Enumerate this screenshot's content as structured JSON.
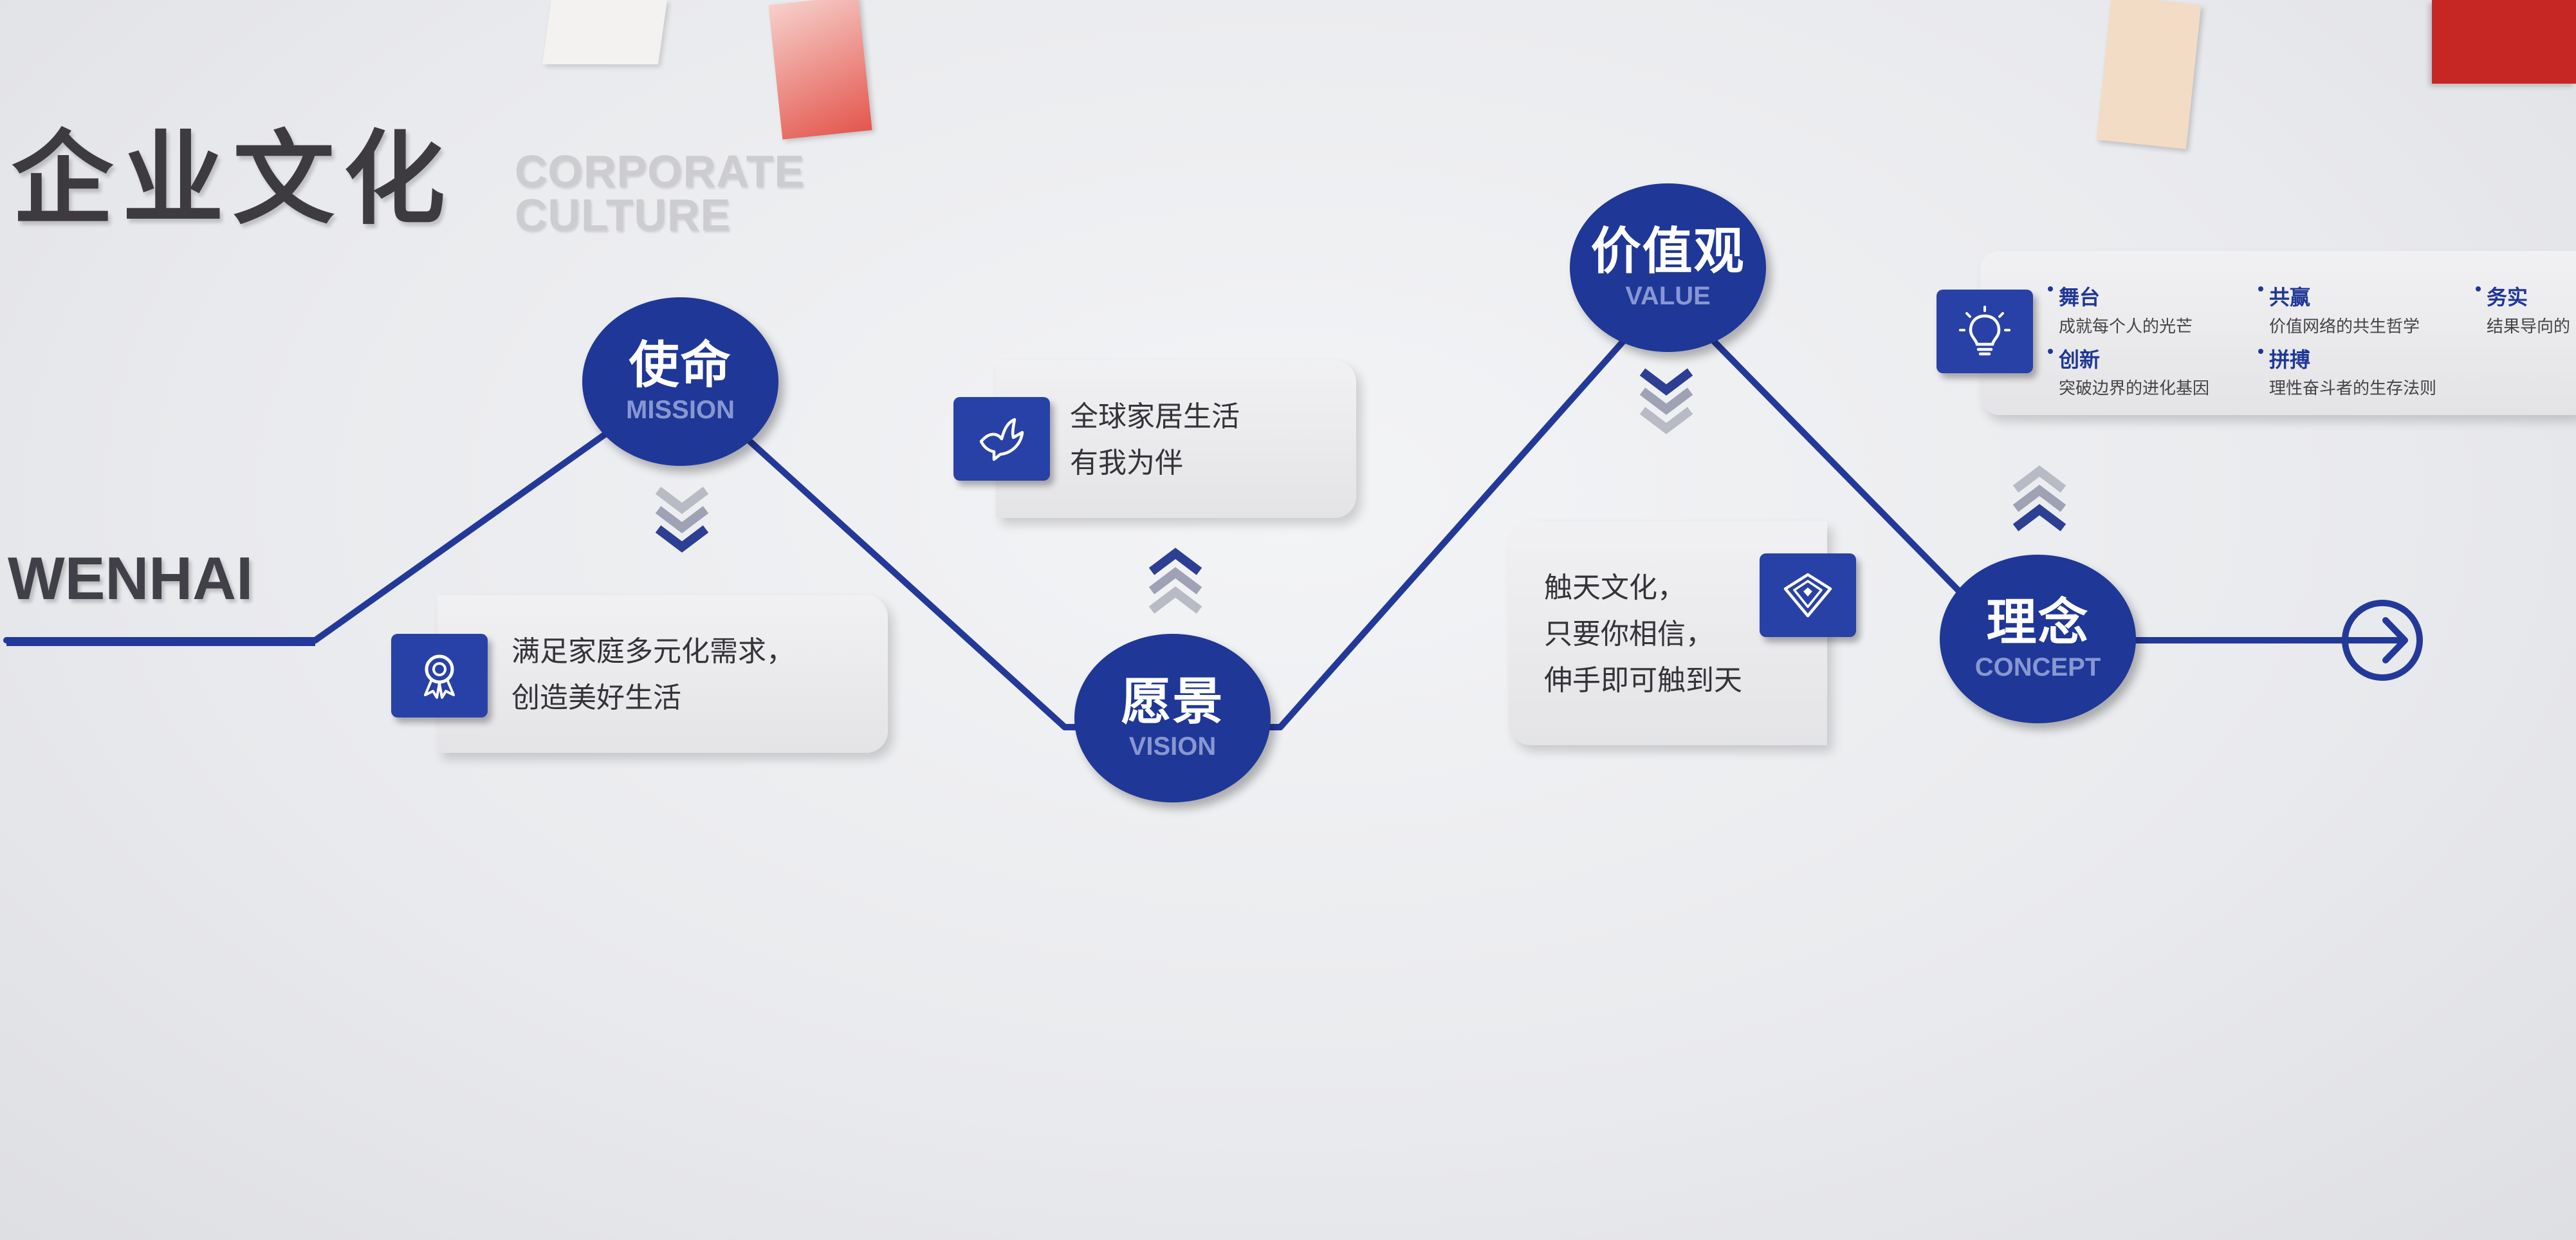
{
  "heading": {
    "cn": "企业文化",
    "en_line1": "CORPORATE",
    "en_line2": "CULTURE"
  },
  "brand": "WENHAI",
  "mission": {
    "cn": "使命",
    "en": "MISSION",
    "icon": "award-ribbon-icon",
    "lines": [
      "满足家庭多元化需求，",
      "创造美好生活"
    ]
  },
  "vision": {
    "cn": "愿景",
    "en": "VISION",
    "icon": "dove-icon",
    "lines": [
      "全球家居生活",
      "有我为伴"
    ]
  },
  "value": {
    "cn": "价值观",
    "en": "VALUE",
    "icon": "diamond-icon",
    "lines": [
      "触天文化，",
      "只要你相信，",
      "伸手即可触到天"
    ]
  },
  "concept": {
    "cn": "理念",
    "en": "CONCEPT",
    "icon": "lightbulb-icon",
    "items": [
      {
        "title": "舞台",
        "desc": "成就每个人的光芒"
      },
      {
        "title": "共赢",
        "desc": "价值网络的共生哲学"
      },
      {
        "title": "务实",
        "desc": "结果导向的"
      },
      {
        "title": "创新",
        "desc": "突破边界的进化基因"
      },
      {
        "title": "拼搏",
        "desc": "理性奋斗者的生存法则"
      }
    ]
  },
  "colors": {
    "accent": "#1f3796",
    "line": "#23399a",
    "text": "#333338"
  }
}
